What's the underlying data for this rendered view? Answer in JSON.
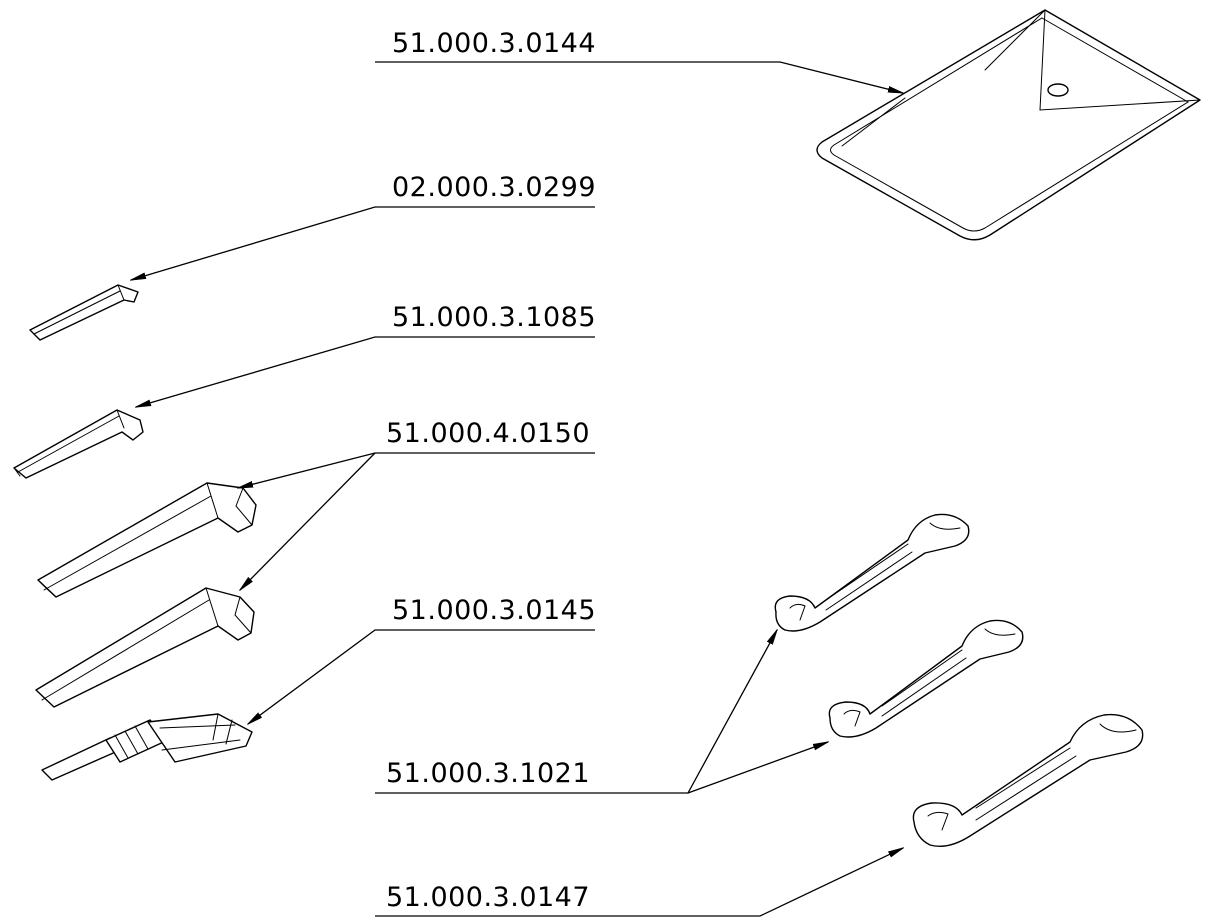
{
  "callouts": {
    "pouch": "51.000.3.0144",
    "small_hex_key": "02.000.3.0299",
    "medium_hex_key": "51.000.3.1085",
    "large_hex_keys": "51.000.4.0150",
    "screwdriver": "51.000.3.0145",
    "small_wrenches": "51.000.3.1021",
    "large_wrench": "51.000.3.0147"
  }
}
